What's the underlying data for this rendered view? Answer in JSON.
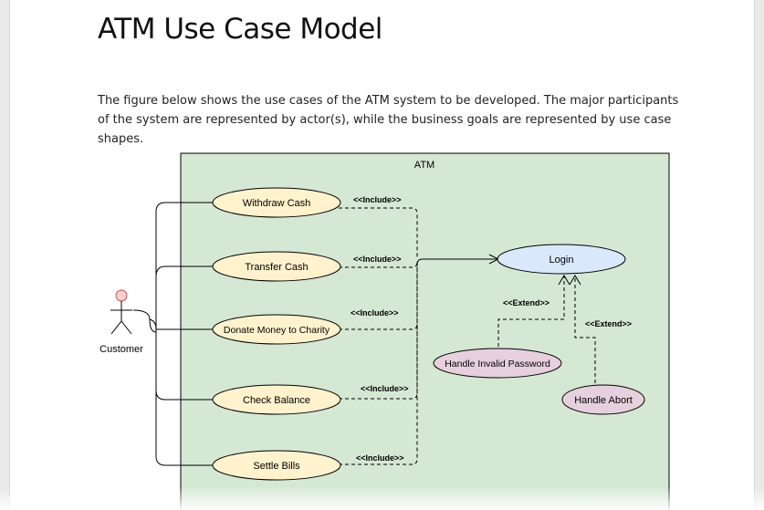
{
  "document": {
    "title": "ATM Use Case Model",
    "intro": "The figure below shows the use cases of the ATM system to be developed. The major participants of the system are represented by actor(s), while the business goals are represented by use case shapes."
  },
  "diagram": {
    "system_boundary_label": "ATM",
    "actor": {
      "name": "Customer",
      "icon": "stick-figure-icon"
    },
    "use_cases": {
      "withdraw": "Withdraw Cash",
      "transfer": "Transfer Cash",
      "donate": "Donate Money to Charity",
      "balance": "Check Balance",
      "bills": "Settle Bills",
      "login": "Login",
      "invalid_password": "Handle Invalid Password",
      "abort": "Handle Abort"
    },
    "stereotypes": {
      "include": "<<Include>>",
      "extend": "<<Extend>>"
    },
    "colors": {
      "system_fill": "#d5e8d4",
      "base_use_case_fill": "#fff2cc",
      "login_fill": "#dae8fc",
      "extension_fill": "#e6d0de",
      "actor_head": "#f8cecc"
    }
  }
}
